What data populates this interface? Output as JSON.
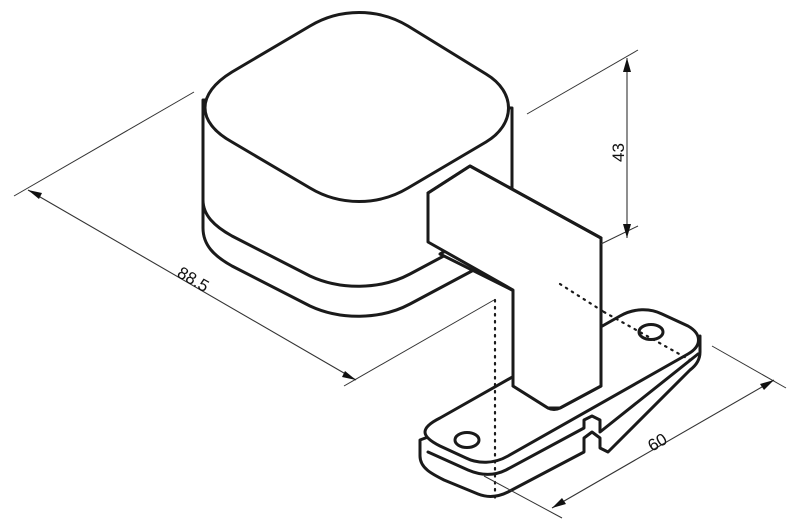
{
  "drawing": {
    "type": "isometric technical drawing",
    "part": "box with bracket arm and mounting base plate",
    "line_color": "#1a1a1a",
    "background": "#ffffff"
  },
  "dimensions": {
    "length": {
      "label": "88.5",
      "orientation": "diagonal-left"
    },
    "height": {
      "label": "43",
      "orientation": "vertical"
    },
    "base_width": {
      "label": "60",
      "orientation": "diagonal-right"
    }
  }
}
